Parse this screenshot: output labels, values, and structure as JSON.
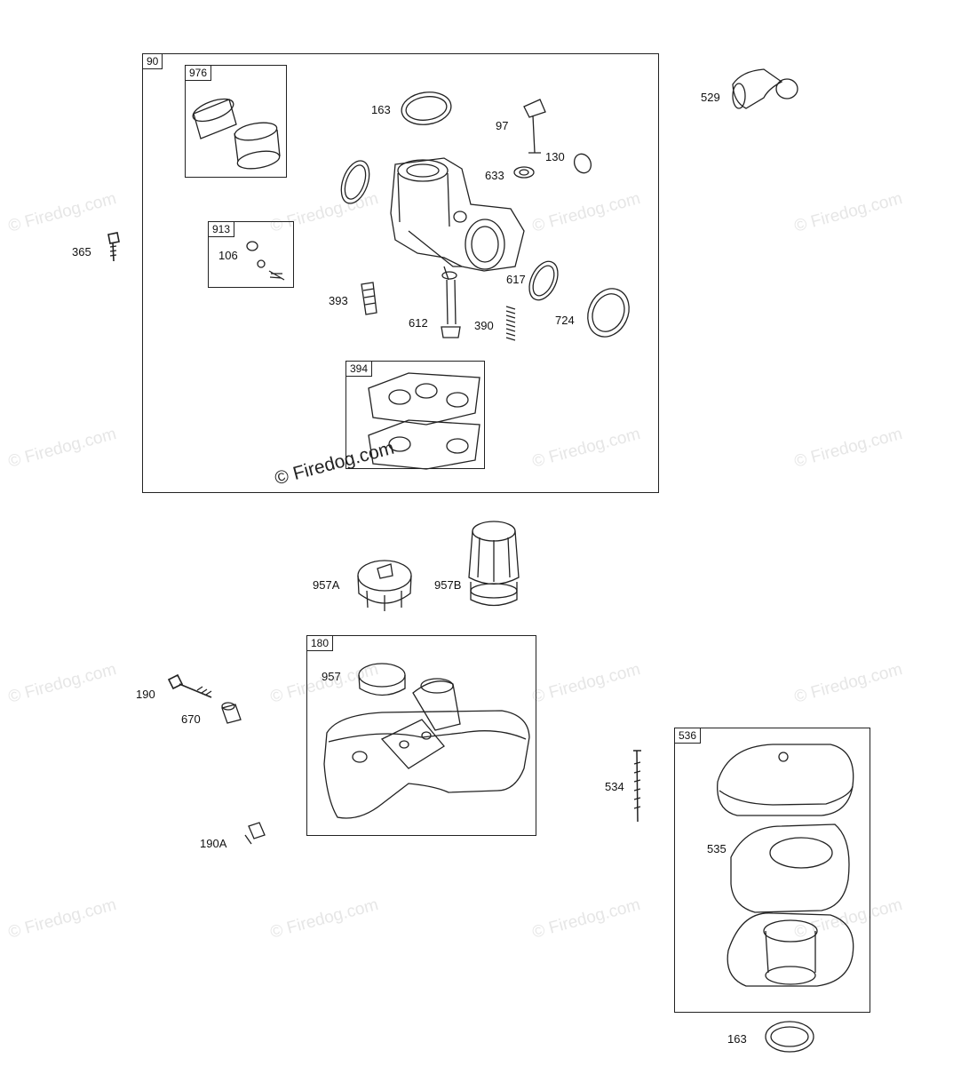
{
  "watermark": "© Firedog.com",
  "groups": {
    "g90": "90",
    "g976": "976",
    "g913": "913",
    "g394": "394",
    "g180": "180",
    "g536": "536"
  },
  "parts": {
    "p163a": "163",
    "p97": "97",
    "p130": "130",
    "p633": "633",
    "p529": "529",
    "p365": "365",
    "p106": "106",
    "p393": "393",
    "p617": "617",
    "p612": "612",
    "p390": "390",
    "p724": "724",
    "p957a": "957A",
    "p957b": "957B",
    "p957": "957",
    "p190": "190",
    "p670": "670",
    "p190a": "190A",
    "p534": "534",
    "p535": "535",
    "p163b": "163"
  }
}
